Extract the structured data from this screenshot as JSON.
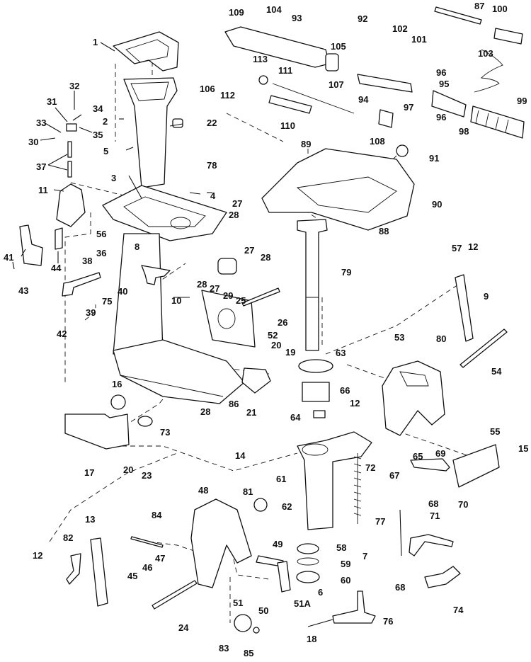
{
  "diagram": {
    "subject": "Outboard motor exhaust housing / swivel bracket / steering handle assembly exploded view",
    "callout_color": "#111111",
    "background": "#ffffff",
    "callouts": [
      {
        "id": "c1",
        "label": "1"
      },
      {
        "id": "c2",
        "label": "2"
      },
      {
        "id": "c3",
        "label": "3"
      },
      {
        "id": "c4",
        "label": "4"
      },
      {
        "id": "c5",
        "label": "5"
      },
      {
        "id": "c6",
        "label": "6"
      },
      {
        "id": "c7",
        "label": "7"
      },
      {
        "id": "c8",
        "label": "8"
      },
      {
        "id": "c9",
        "label": "9"
      },
      {
        "id": "c10",
        "label": "10"
      },
      {
        "id": "c11",
        "label": "11"
      },
      {
        "id": "c12a",
        "label": "12"
      },
      {
        "id": "c12b",
        "label": "12"
      },
      {
        "id": "c12c",
        "label": "12"
      },
      {
        "id": "c13",
        "label": "13"
      },
      {
        "id": "c14",
        "label": "14"
      },
      {
        "id": "c15",
        "label": "15"
      },
      {
        "id": "c16",
        "label": "16"
      },
      {
        "id": "c17",
        "label": "17"
      },
      {
        "id": "c18",
        "label": "18"
      },
      {
        "id": "c19",
        "label": "19"
      },
      {
        "id": "c20a",
        "label": "20"
      },
      {
        "id": "c20b",
        "label": "20"
      },
      {
        "id": "c21",
        "label": "21"
      },
      {
        "id": "c22",
        "label": "22"
      },
      {
        "id": "c23",
        "label": "23"
      },
      {
        "id": "c24",
        "label": "24"
      },
      {
        "id": "c25",
        "label": "25"
      },
      {
        "id": "c26",
        "label": "26"
      },
      {
        "id": "c27a",
        "label": "27"
      },
      {
        "id": "c27b",
        "label": "27"
      },
      {
        "id": "c27c",
        "label": "27"
      },
      {
        "id": "c28a",
        "label": "28"
      },
      {
        "id": "c28b",
        "label": "28"
      },
      {
        "id": "c28c",
        "label": "28"
      },
      {
        "id": "c28d",
        "label": "28"
      },
      {
        "id": "c29",
        "label": "29"
      },
      {
        "id": "c30",
        "label": "30"
      },
      {
        "id": "c31",
        "label": "31"
      },
      {
        "id": "c32",
        "label": "32"
      },
      {
        "id": "c33",
        "label": "33"
      },
      {
        "id": "c34",
        "label": "34"
      },
      {
        "id": "c35",
        "label": "35"
      },
      {
        "id": "c36",
        "label": "36"
      },
      {
        "id": "c37",
        "label": "37"
      },
      {
        "id": "c38",
        "label": "38"
      },
      {
        "id": "c39",
        "label": "39"
      },
      {
        "id": "c40",
        "label": "40"
      },
      {
        "id": "c41",
        "label": "41"
      },
      {
        "id": "c42",
        "label": "42"
      },
      {
        "id": "c43",
        "label": "43"
      },
      {
        "id": "c44",
        "label": "44"
      },
      {
        "id": "c45",
        "label": "45"
      },
      {
        "id": "c46",
        "label": "46"
      },
      {
        "id": "c47",
        "label": "47"
      },
      {
        "id": "c48",
        "label": "48"
      },
      {
        "id": "c49",
        "label": "49"
      },
      {
        "id": "c50",
        "label": "50"
      },
      {
        "id": "c51",
        "label": "51"
      },
      {
        "id": "c51A",
        "label": "51A"
      },
      {
        "id": "c52",
        "label": "52"
      },
      {
        "id": "c53",
        "label": "53"
      },
      {
        "id": "c54",
        "label": "54"
      },
      {
        "id": "c55",
        "label": "55"
      },
      {
        "id": "c56",
        "label": "56"
      },
      {
        "id": "c57",
        "label": "57"
      },
      {
        "id": "c58",
        "label": "58"
      },
      {
        "id": "c59",
        "label": "59"
      },
      {
        "id": "c60",
        "label": "60"
      },
      {
        "id": "c61",
        "label": "61"
      },
      {
        "id": "c62",
        "label": "62"
      },
      {
        "id": "c63",
        "label": "63"
      },
      {
        "id": "c64",
        "label": "64"
      },
      {
        "id": "c65",
        "label": "65"
      },
      {
        "id": "c66",
        "label": "66"
      },
      {
        "id": "c67",
        "label": "67"
      },
      {
        "id": "c68a",
        "label": "68"
      },
      {
        "id": "c68b",
        "label": "68"
      },
      {
        "id": "c69",
        "label": "69"
      },
      {
        "id": "c70",
        "label": "70"
      },
      {
        "id": "c71",
        "label": "71"
      },
      {
        "id": "c72",
        "label": "72"
      },
      {
        "id": "c73",
        "label": "73"
      },
      {
        "id": "c74",
        "label": "74"
      },
      {
        "id": "c75",
        "label": "75"
      },
      {
        "id": "c76",
        "label": "76"
      },
      {
        "id": "c77",
        "label": "77"
      },
      {
        "id": "c78",
        "label": "78"
      },
      {
        "id": "c79",
        "label": "79"
      },
      {
        "id": "c80",
        "label": "80"
      },
      {
        "id": "c81",
        "label": "81"
      },
      {
        "id": "c82",
        "label": "82"
      },
      {
        "id": "c83",
        "label": "83"
      },
      {
        "id": "c84",
        "label": "84"
      },
      {
        "id": "c85",
        "label": "85"
      },
      {
        "id": "c86",
        "label": "86"
      },
      {
        "id": "c87",
        "label": "87"
      },
      {
        "id": "c88",
        "label": "88"
      },
      {
        "id": "c89",
        "label": "89"
      },
      {
        "id": "c90",
        "label": "90"
      },
      {
        "id": "c91",
        "label": "91"
      },
      {
        "id": "c92",
        "label": "92"
      },
      {
        "id": "c93",
        "label": "93"
      },
      {
        "id": "c94",
        "label": "94"
      },
      {
        "id": "c95",
        "label": "95"
      },
      {
        "id": "c96a",
        "label": "96"
      },
      {
        "id": "c96b",
        "label": "96"
      },
      {
        "id": "c97",
        "label": "97"
      },
      {
        "id": "c98",
        "label": "98"
      },
      {
        "id": "c99",
        "label": "99"
      },
      {
        "id": "c100",
        "label": "100"
      },
      {
        "id": "c101",
        "label": "101"
      },
      {
        "id": "c102",
        "label": "102"
      },
      {
        "id": "c103",
        "label": "103"
      },
      {
        "id": "c104",
        "label": "104"
      },
      {
        "id": "c105",
        "label": "105"
      },
      {
        "id": "c106",
        "label": "106"
      },
      {
        "id": "c107",
        "label": "107"
      },
      {
        "id": "c108",
        "label": "108"
      },
      {
        "id": "c109",
        "label": "109"
      },
      {
        "id": "c110",
        "label": "110"
      },
      {
        "id": "c111",
        "label": "111"
      },
      {
        "id": "c112",
        "label": "112"
      },
      {
        "id": "c113",
        "label": "113"
      }
    ]
  }
}
